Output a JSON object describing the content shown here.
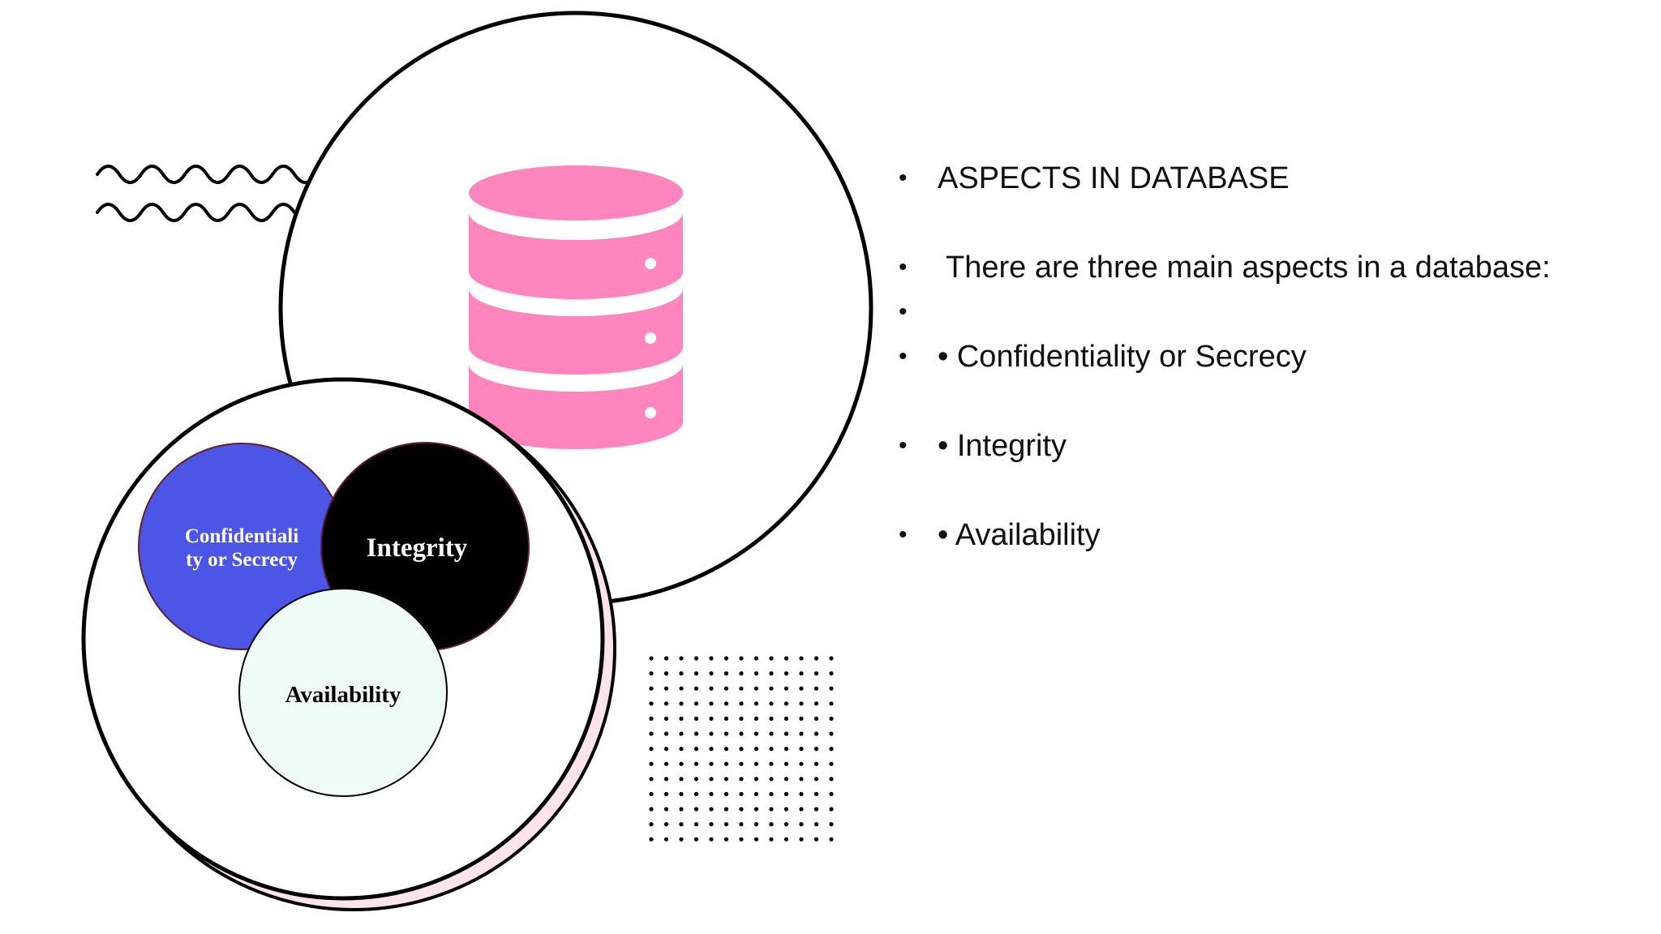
{
  "slide": {
    "bullets": [
      {
        "text": "ASPECTS IN DATABASE"
      },
      {
        "text": "There are three main aspects in a database:"
      },
      {
        "text": ""
      },
      {
        "text": "• Confidentiality or Secrecy"
      },
      {
        "text": "• Integrity"
      },
      {
        "text": "• Availability"
      }
    ]
  },
  "venn": {
    "confidentiality_line1": "Confidentiali",
    "confidentiality_line2": "ty or Secrecy",
    "integrity": "Integrity",
    "availability": "Availability"
  },
  "colors": {
    "database_icon": "#ff85bf",
    "confidentiality_circle": "#4b55e6",
    "integrity_circle": "#000000",
    "availability_circle": "#effcf6",
    "shadow_circle": "#fde4ec",
    "outline": "#000000"
  },
  "icons": {
    "database": "database-icon",
    "waves": "wavy-lines-decoration",
    "dots": "dot-grid-decoration"
  }
}
